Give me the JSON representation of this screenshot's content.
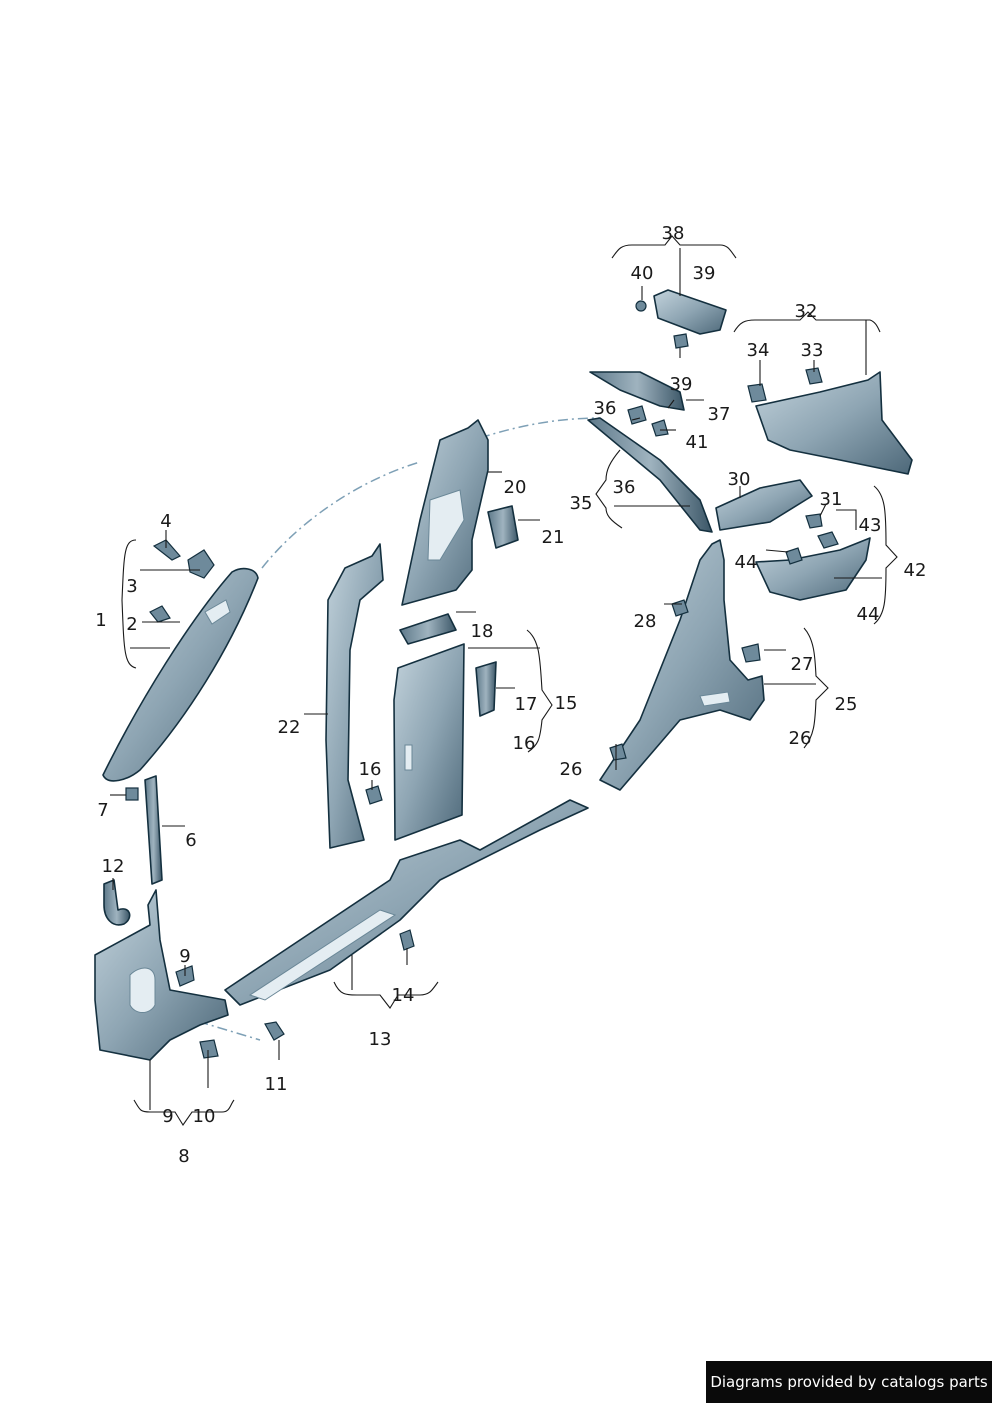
{
  "callouts": [
    "1",
    "2",
    "3",
    "4",
    "6",
    "7",
    "8",
    "9",
    "9",
    "10",
    "11",
    "12",
    "13",
    "14",
    "15",
    "16",
    "16",
    "17",
    "18",
    "20",
    "21",
    "22",
    "25",
    "26",
    "26",
    "27",
    "28",
    "30",
    "31",
    "32",
    "33",
    "34",
    "35",
    "36",
    "36",
    "37",
    "38",
    "39",
    "39",
    "40",
    "41",
    "42",
    "43",
    "44",
    "44"
  ],
  "footer": {
    "credit": "Diagrams provided by catalogs parts"
  },
  "colors": {
    "part_light": "#8fa6b4",
    "part_dark": "#3f5a6b",
    "outline": "#14303f",
    "guide_dash": "#7ea0b6"
  }
}
